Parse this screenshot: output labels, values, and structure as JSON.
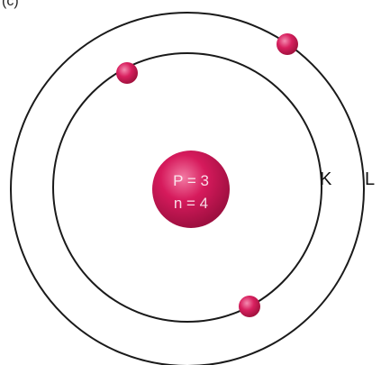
{
  "figure": {
    "corner_label": "(c)"
  },
  "atom": {
    "nucleus": {
      "protons_label": "P = 3",
      "neutrons_label": "n = 4"
    },
    "shells": [
      {
        "label": "K",
        "electron_count": 2
      },
      {
        "label": "L",
        "electron_count": 1
      }
    ]
  },
  "colors": {
    "nucleus": "#d61a5c",
    "electron": "#d8205f",
    "orbit": "#1a1a1a"
  }
}
